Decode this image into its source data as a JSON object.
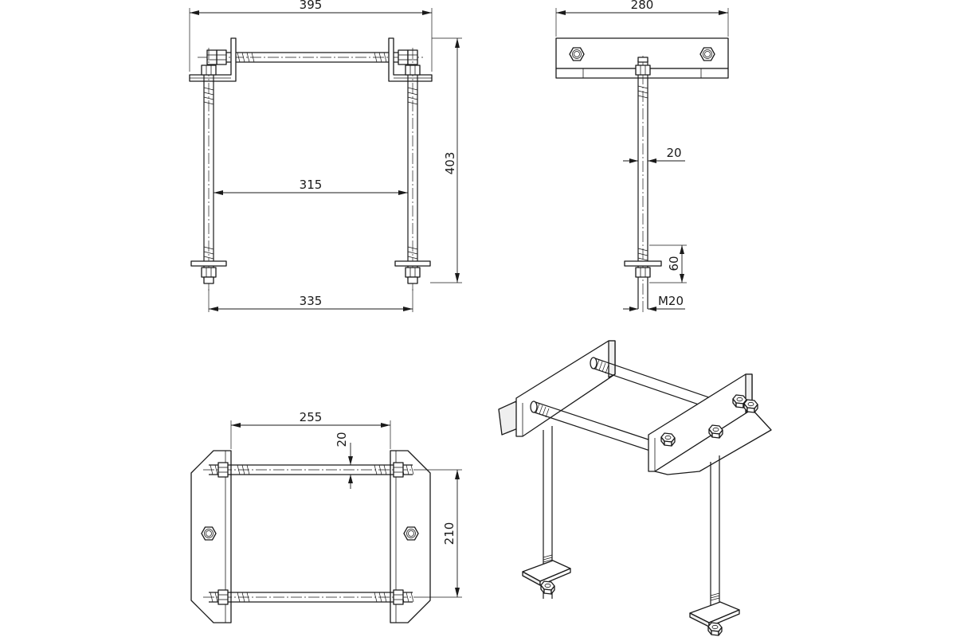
{
  "front_view": {
    "dim_overall_width": "395",
    "dim_rod_spacing": "315",
    "dim_base_spacing": "335",
    "dim_height": "403"
  },
  "side_view": {
    "dim_plate_width": "280",
    "dim_rod_diameter": "20",
    "dim_thread_length": "60",
    "dim_thread_size": "M20"
  },
  "top_view": {
    "dim_plate_spacing": "255",
    "dim_rod_diameter": "20",
    "dim_rod_spacing": "210"
  }
}
